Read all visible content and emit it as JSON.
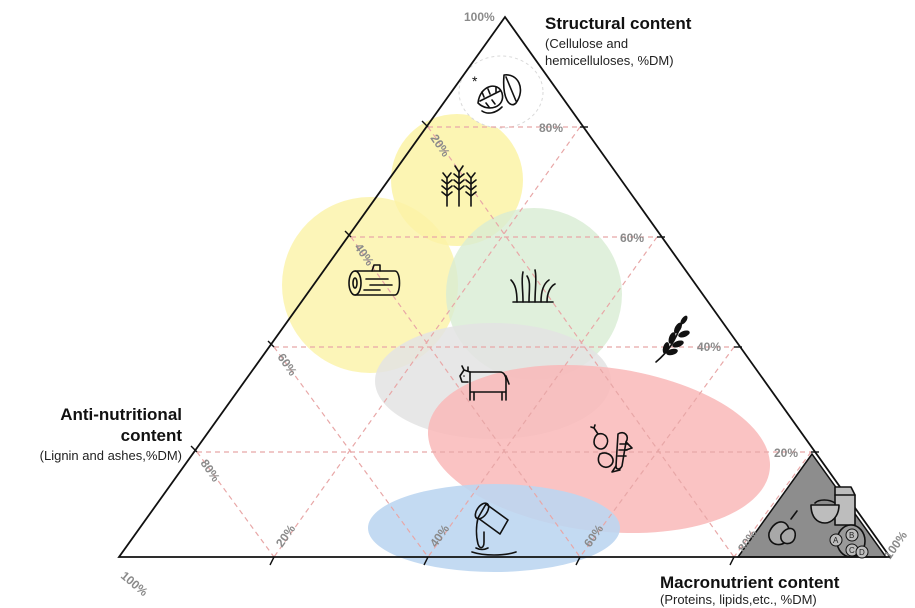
{
  "axes": {
    "structural": {
      "title": "Structural content",
      "subtitle_line1": "(Cellulose and",
      "subtitle_line2": "hemicelluloses, %DM)",
      "vertex_label": "100%"
    },
    "anti_nutritional": {
      "title_line1": "Anti-nutritional",
      "title_line2": "content",
      "subtitle": "(Lignin and ashes,%DM)",
      "vertex_label": "100%"
    },
    "macronutrient": {
      "title": "Macronutrient content",
      "subtitle": "(Proteins, lipids,etc., %DM)",
      "vertex_label": "100%"
    }
  },
  "ticks": {
    "structural_side": [
      "80%",
      "60%",
      "40%",
      "20%"
    ],
    "left_side": [
      "20%",
      "40%",
      "60%",
      "80%"
    ],
    "bottom_side": [
      "20%",
      "40%",
      "60%",
      "80%"
    ]
  },
  "regions": [
    {
      "name": "wood-region",
      "color": "#fbf3a6",
      "icon": "log-icon"
    },
    {
      "name": "cereal-straw-region",
      "color": "#fbf3a6",
      "icon": "wheat-icon"
    },
    {
      "name": "grass-region",
      "color": "#d8ecd3",
      "icon": "grass-icon"
    },
    {
      "name": "manure-region",
      "color": "#e3e3e3",
      "icon": "cow-icon"
    },
    {
      "name": "animal-byproducts-region",
      "color": "#f9b9b9",
      "icon": "meat-fish-icon"
    },
    {
      "name": "liquid-waste-region",
      "color": "#bcd6f1",
      "icon": "pouring-can-icon"
    },
    {
      "name": "feathers-region",
      "color": "#ffffff",
      "icon": "feathers-icon"
    },
    {
      "name": "cereal-grain-marker",
      "color": "#111111",
      "icon": "grain-icon"
    },
    {
      "name": "food-products-corner",
      "color": "#8d8d8d",
      "icon": "food-items-icon"
    }
  ],
  "markers": {
    "feathers_asterisk": "*",
    "food_letters": [
      "A",
      "B",
      "C",
      "D"
    ]
  }
}
